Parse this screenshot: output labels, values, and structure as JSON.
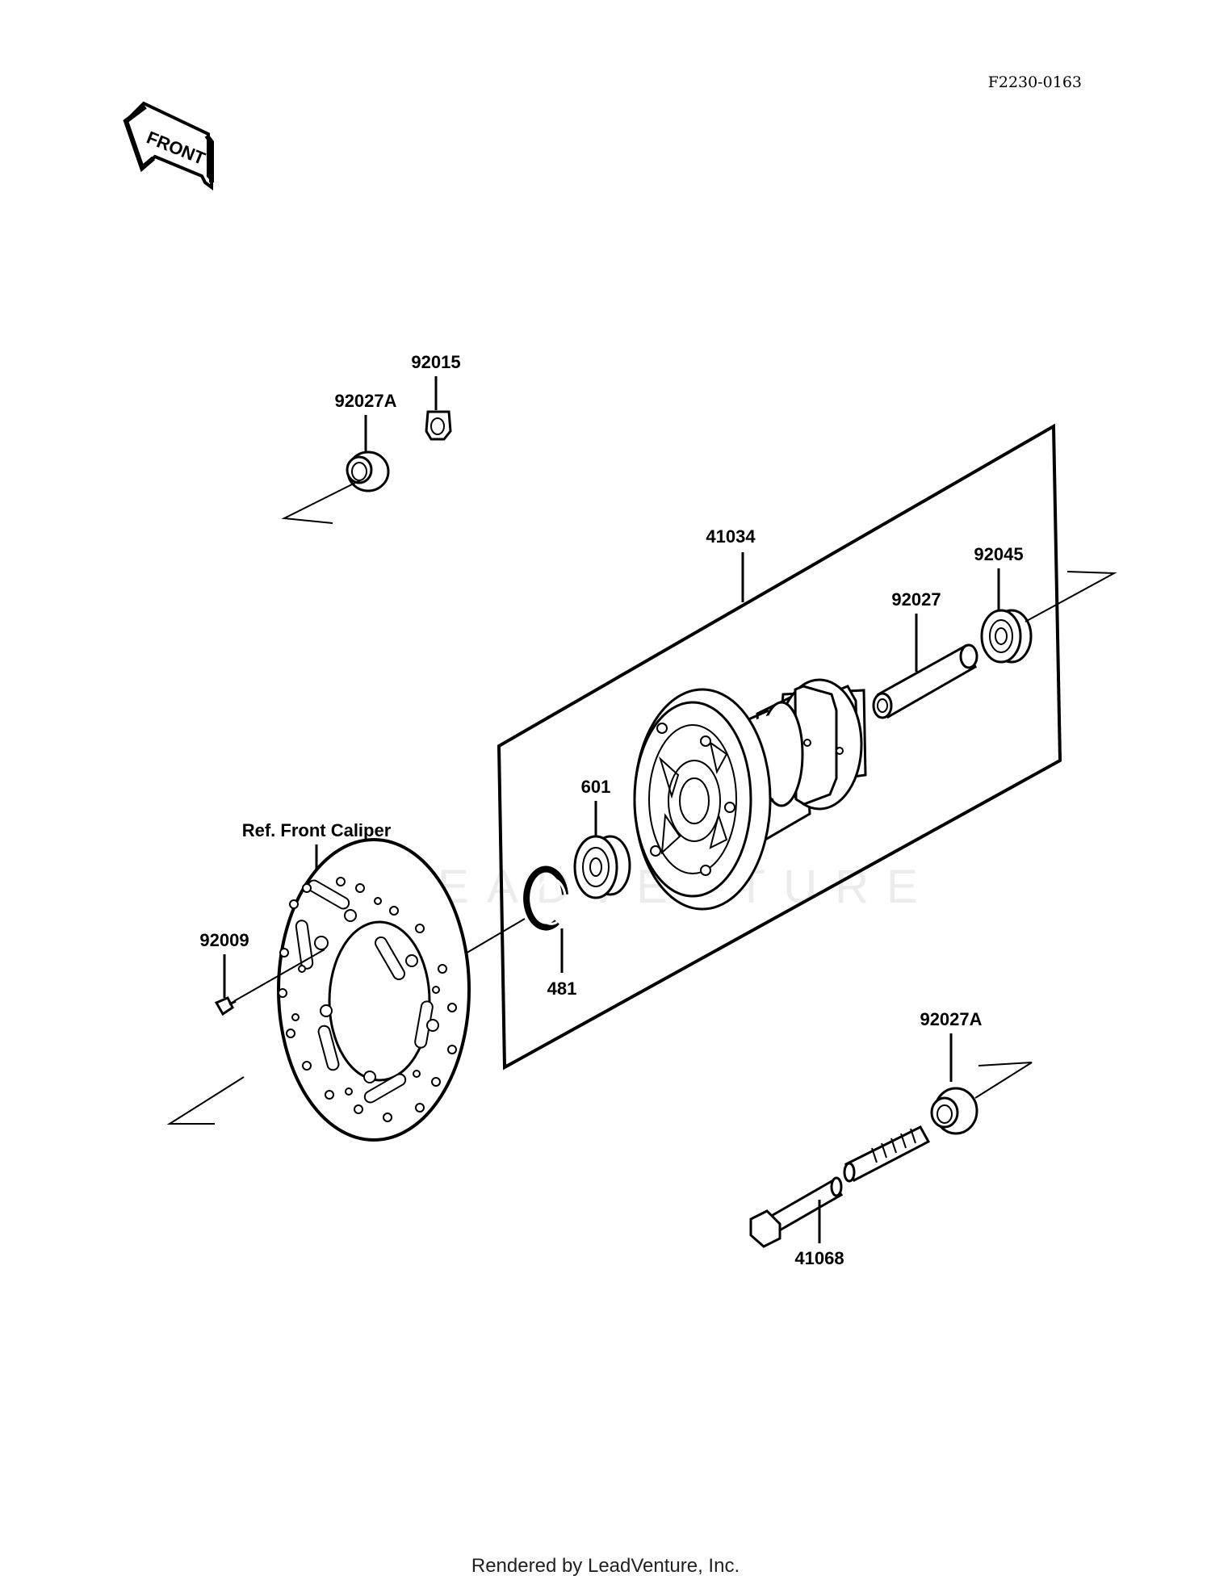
{
  "figure_code": "F2230-0163",
  "front_tag": "FRONT",
  "watermark": "LEADVENTURE",
  "footer": "Rendered by LeadVenture, Inc.",
  "callouts": {
    "cap_nut": "92015",
    "collar_upper": "92027A",
    "hub_assembly": "41034",
    "bearing_right": "92045",
    "spacer": "92027",
    "bearing_left": "601",
    "circlip": "481",
    "caliper_ref": "Ref. Front Caliper",
    "disc_bolt": "92009",
    "collar_lower": "92027A",
    "axle": "41068"
  }
}
